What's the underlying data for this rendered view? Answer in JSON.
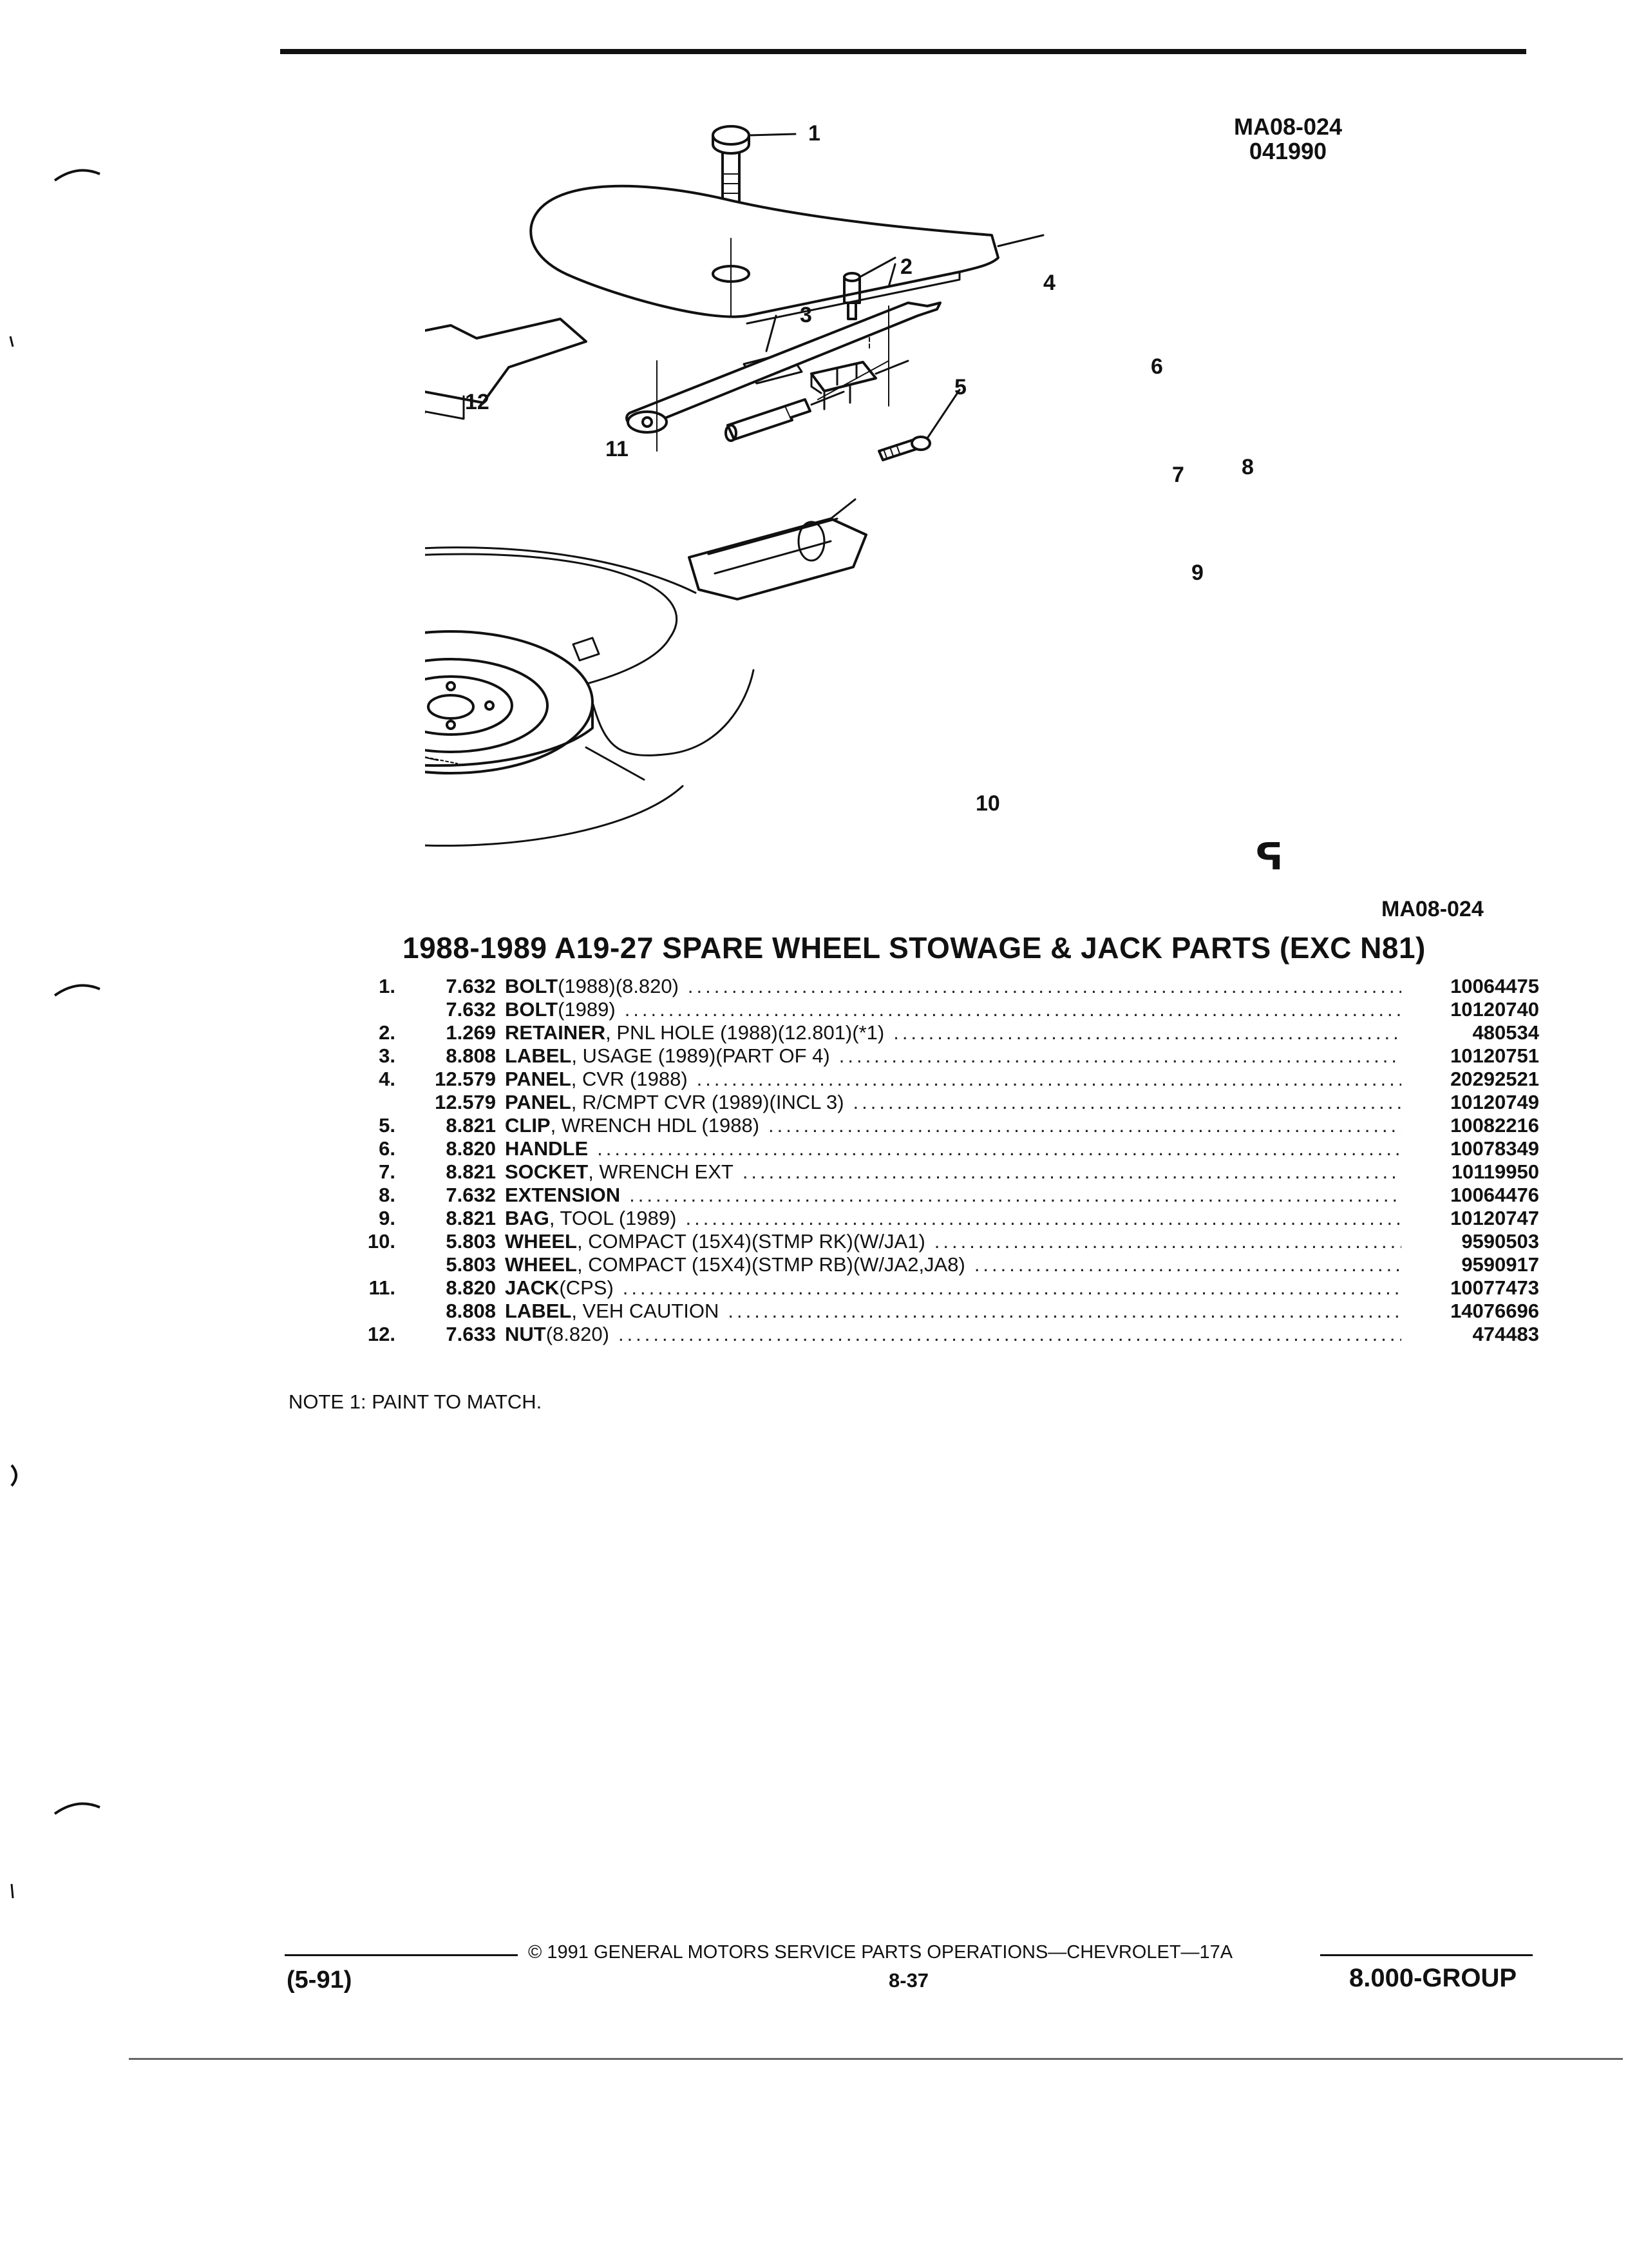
{
  "drawing": {
    "id": "MA08-024",
    "date": "041990"
  },
  "callouts": [
    "1",
    "2",
    "3",
    "4",
    "5",
    "6",
    "7",
    "8",
    "9",
    "10",
    "11",
    "12"
  ],
  "logo_glyph": "ᕋ",
  "figure_code": "MA08-024",
  "title": "1988-1989 A19-27 SPARE WHEEL STOWAGE & JACK PARTS (EXC N81)",
  "parts": [
    {
      "item": "1.",
      "group": "7.632",
      "name": "BOLT",
      "detail": " (1988)(8.820)",
      "part_no": "10064475"
    },
    {
      "item": "",
      "group": "7.632",
      "name": "BOLT",
      "detail": " (1989)",
      "part_no": "10120740"
    },
    {
      "item": "2.",
      "group": "1.269",
      "name": "RETAINER",
      "detail": " , PNL HOLE (1988)(12.801)(*1)",
      "part_no": "480534"
    },
    {
      "item": "3.",
      "group": "8.808",
      "name": "LABEL",
      "detail": " , USAGE (1989)(PART OF 4)",
      "part_no": "10120751"
    },
    {
      "item": "4.",
      "group": "12.579",
      "name": "PANEL",
      "detail": " , CVR (1988)",
      "part_no": "20292521"
    },
    {
      "item": "",
      "group": "12.579",
      "name": "PANEL",
      "detail": " , R/CMPT CVR (1989)(INCL 3)",
      "part_no": "10120749"
    },
    {
      "item": "5.",
      "group": "8.821",
      "name": "CLIP",
      "detail": " , WRENCH HDL (1988)",
      "part_no": "10082216"
    },
    {
      "item": "6.",
      "group": "8.820",
      "name": "HANDLE",
      "detail": "",
      "part_no": "10078349"
    },
    {
      "item": "7.",
      "group": "8.821",
      "name": "SOCKET",
      "detail": " , WRENCH EXT",
      "part_no": "10119950"
    },
    {
      "item": "8.",
      "group": "7.632",
      "name": "EXTENSION",
      "detail": "",
      "part_no": "10064476"
    },
    {
      "item": "9.",
      "group": "8.821",
      "name": "BAG",
      "detail": " , TOOL (1989)",
      "part_no": "10120747"
    },
    {
      "item": "10.",
      "group": "5.803",
      "name": "WHEEL",
      "detail": " , COMPACT (15X4)(STMP RK)(W/JA1)",
      "part_no": "9590503"
    },
    {
      "item": "",
      "group": "5.803",
      "name": "WHEEL",
      "detail": " , COMPACT (15X4)(STMP RB)(W/JA2,JA8)",
      "part_no": "9590917"
    },
    {
      "item": "11.",
      "group": "8.820",
      "name": "JACK",
      "detail": " (CPS)",
      "part_no": "10077473"
    },
    {
      "item": "",
      "group": "8.808",
      "name": "LABEL",
      "detail": " , VEH CAUTION",
      "part_no": "14076696"
    },
    {
      "item": "12.",
      "group": "7.633",
      "name": "NUT",
      "detail": " (8.820)",
      "part_no": "474483"
    }
  ],
  "note": "NOTE  1:  PAINT TO MATCH.",
  "footer": {
    "copyright": "©  1991  GENERAL MOTORS SERVICE PARTS OPERATIONS—CHEVROLET—17A",
    "revision": "(5-91)",
    "page": "8-37",
    "group": "8.000-GROUP"
  }
}
